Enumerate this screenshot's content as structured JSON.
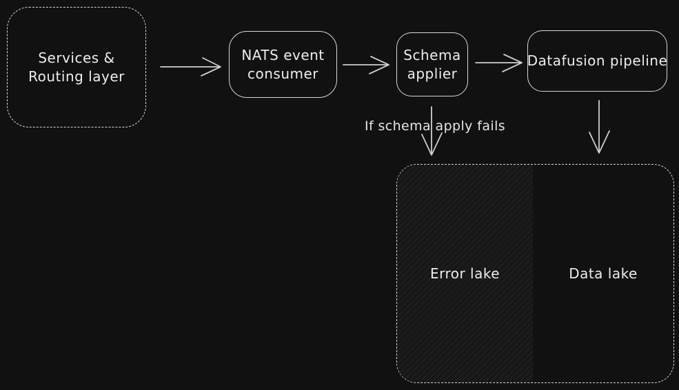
{
  "diagram": {
    "nodes": {
      "services": {
        "label": "Services & Routing layer"
      },
      "nats": {
        "label": "NATS event consumer"
      },
      "schema": {
        "label": "Schema applier"
      },
      "datafusion": {
        "label": "Datafusion pipeline"
      },
      "error_lake": {
        "label": "Error lake"
      },
      "data_lake": {
        "label": "Data lake"
      }
    },
    "annotations": {
      "schema_fail": "If schema apply fails"
    },
    "edges": [
      {
        "from": "services",
        "to": "nats"
      },
      {
        "from": "nats",
        "to": "schema"
      },
      {
        "from": "schema",
        "to": "datafusion"
      },
      {
        "from": "schema",
        "to": "error_lake",
        "label": "If schema apply fails"
      },
      {
        "from": "datafusion",
        "to": "data_lake"
      }
    ],
    "colors": {
      "background": "#111111",
      "stroke": "#d9d9d9",
      "arrow": "#cfcfcf",
      "text": "#ededed",
      "error_lake_hatch_bg": "#171717"
    }
  }
}
